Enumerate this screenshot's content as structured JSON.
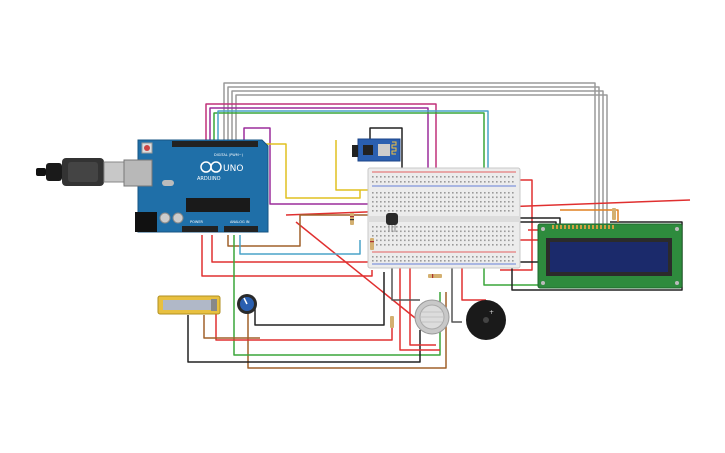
{
  "arduino": {
    "logo_text": "ARDUINO",
    "model": "UNO",
    "digital_label": "DIGITAL (PWM~)",
    "analog_label": "ANALOG IN",
    "power_label": "POWER"
  },
  "colors": {
    "board": "#1f6fa8",
    "breadboard": "#ececec",
    "lcd_pcb": "#2e8b3d",
    "lcd_screen": "#1b2a6b",
    "wifi_module": "#2a5fb0",
    "wire_red": "#e03030",
    "wire_black": "#222222",
    "wire_gray": "#9a9a9a",
    "wire_purple": "#9b2d9b",
    "wire_magenta": "#c0307a",
    "wire_green": "#3aa63a",
    "wire_blue": "#4aa3c8",
    "wire_yellow": "#e0c020",
    "wire_brown": "#a0602a",
    "wire_orange": "#e08020"
  },
  "components": [
    "usb-cable",
    "arduino-uno",
    "breadboard",
    "esp8266-module",
    "lcd-16x2",
    "potentiometer",
    "slide-switch",
    "gas-sensor",
    "piezo-buzzer",
    "temperature-sensor",
    "resistor"
  ]
}
